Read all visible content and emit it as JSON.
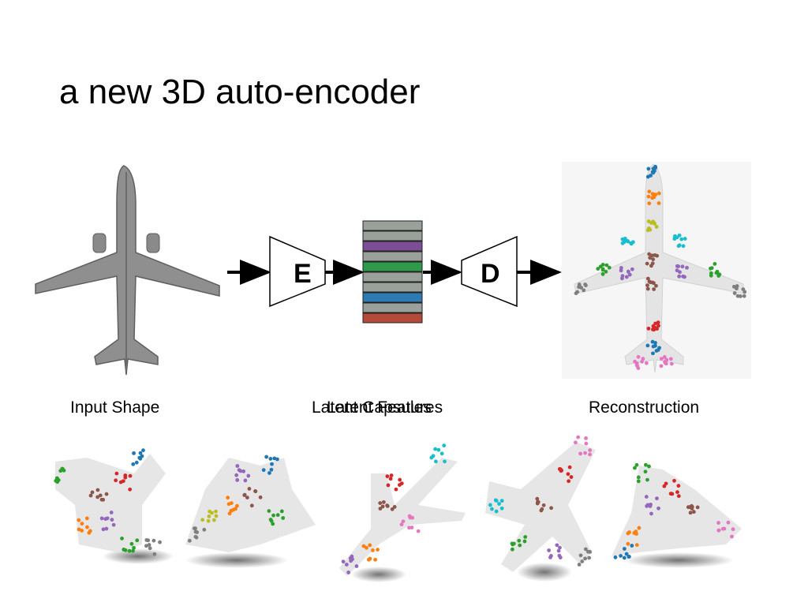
{
  "slide": {
    "title": "a new 3D auto-encoder",
    "input_label": "Input Shape",
    "latent_label_a": "Latent Capsules",
    "latent_label_b": "Latent Features",
    "output_label": "Reconstruction",
    "encoder_letter": "E",
    "decoder_letter": "D"
  },
  "latent_bars": [
    "#9aa19a",
    "#9aa19a",
    "#7d4d96",
    "#9aa19a",
    "#2f9a4a",
    "#9aa19a",
    "#9aa19a",
    "#2e7bb4",
    "#9aa19a",
    "#b34a3a"
  ],
  "part_colors": [
    "#1f77b4",
    "#ff7f0e",
    "#2ca02c",
    "#d62728",
    "#9467bd",
    "#8c564b",
    "#e377c2",
    "#7f7f7f",
    "#bcbd22",
    "#17becf"
  ]
}
